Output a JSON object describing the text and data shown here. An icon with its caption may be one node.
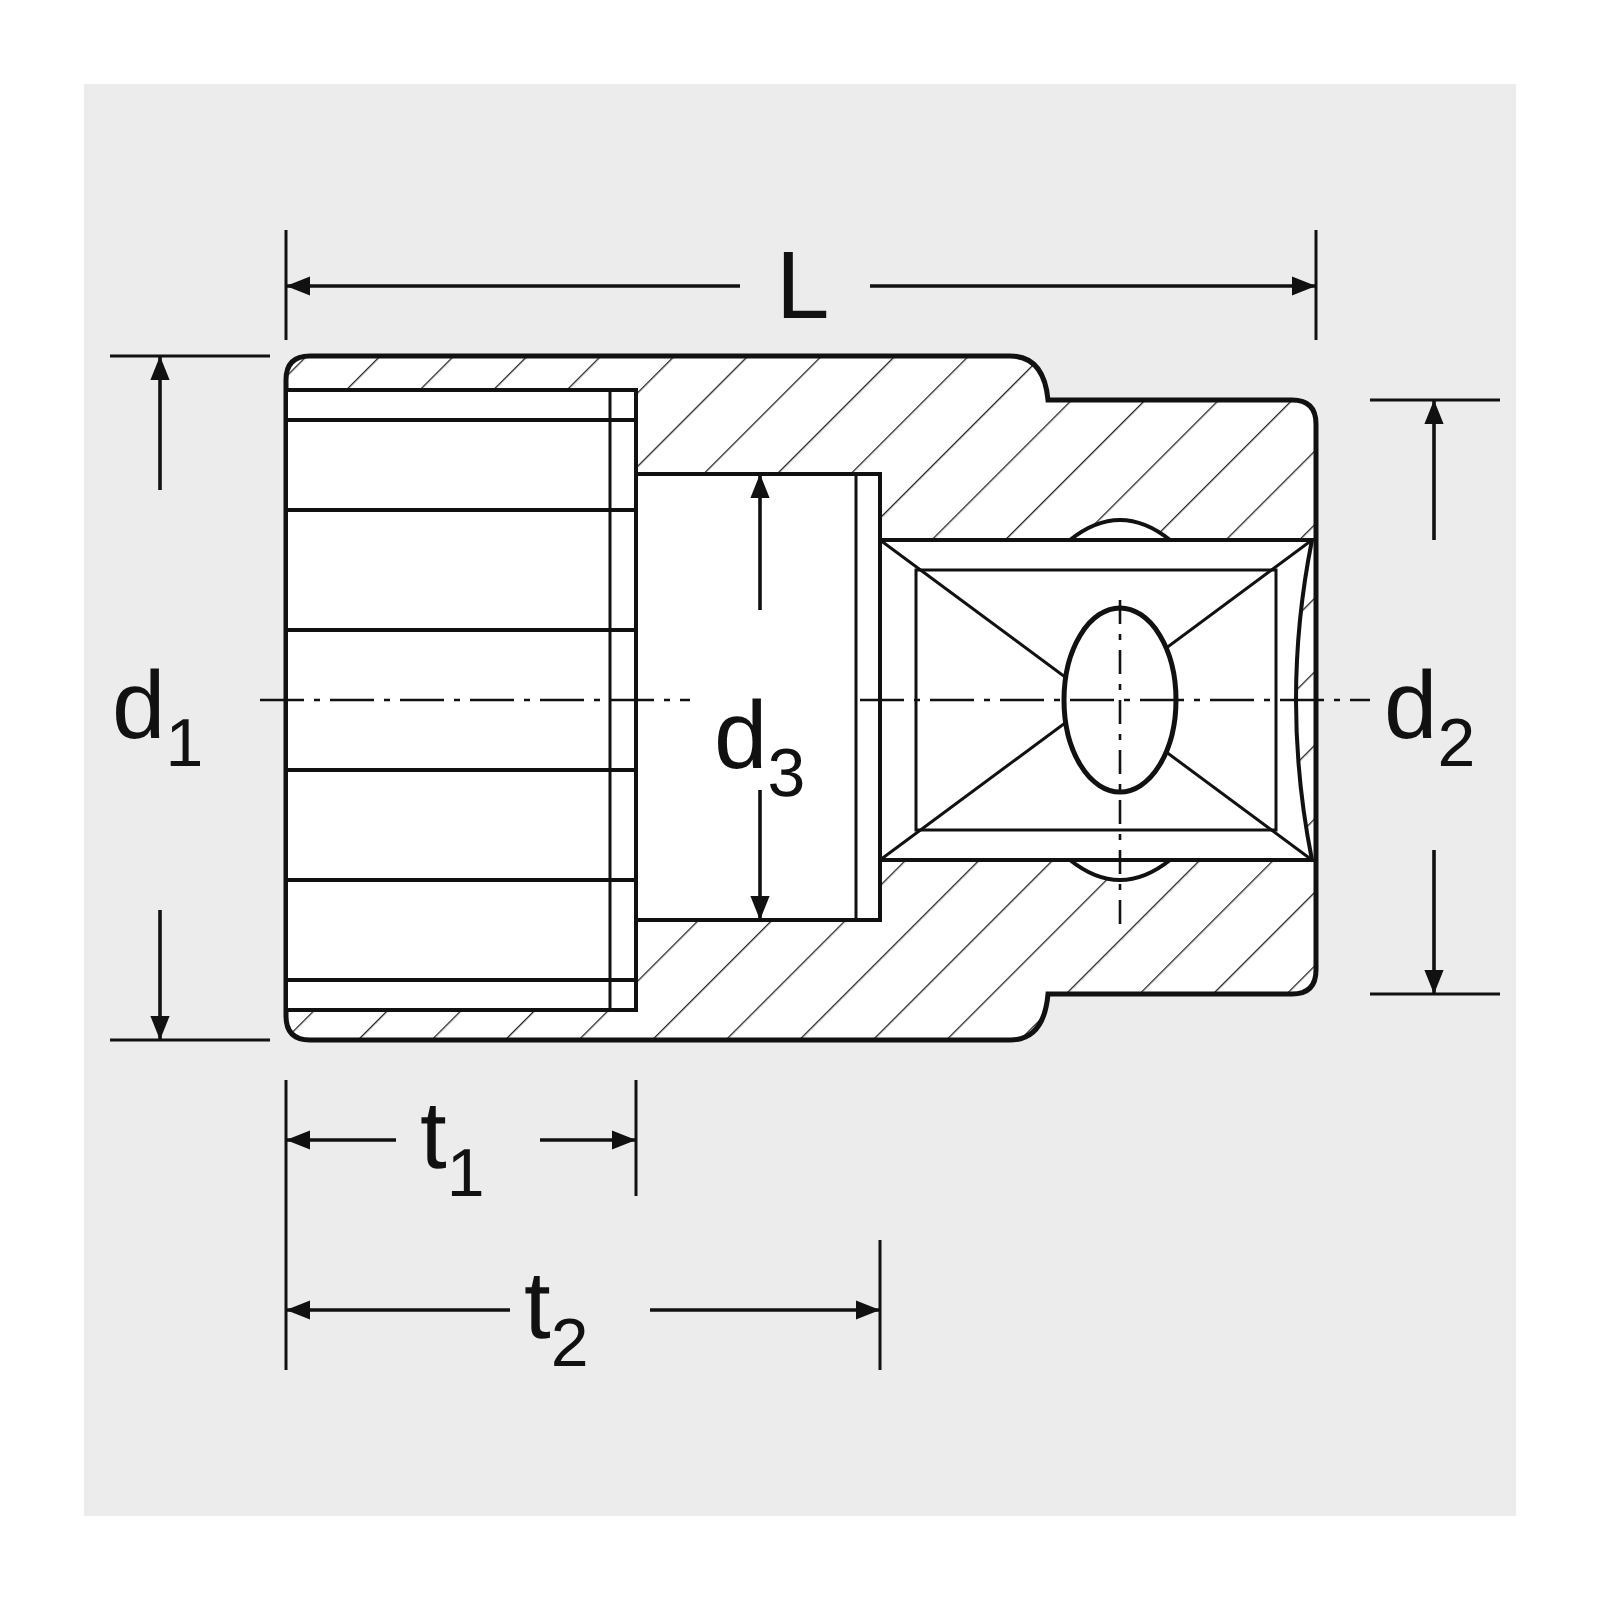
{
  "diagram": {
    "labels": [
      "L",
      "d$_{1}$",
      "d$_{3}$",
      "d$_{2}$",
      "t$_{1}$",
      "t$_{2}$"
    ]
  }
}
